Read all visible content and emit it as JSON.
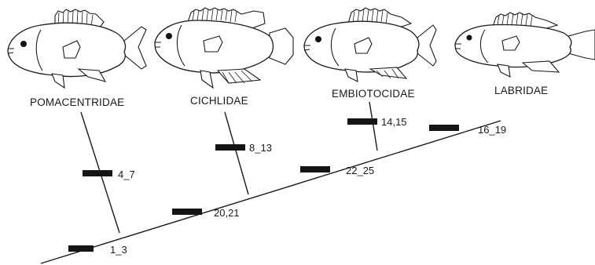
{
  "taxa": [
    {
      "label": "POMACENTRIDAE"
    },
    {
      "label": "CICHLIDAE"
    },
    {
      "label": "EMBIOTOCIDAE"
    },
    {
      "label": "LABRIDAE"
    }
  ],
  "characters": [
    {
      "label": "1_3"
    },
    {
      "label": "4_7"
    },
    {
      "label": "8_13"
    },
    {
      "label": "14,15"
    },
    {
      "label": "16_19"
    },
    {
      "label": "20,21"
    },
    {
      "label": "22_25"
    }
  ],
  "icons": [
    "fish-pomacentridae-icon",
    "fish-cichlidae-icon",
    "fish-embiotocidae-icon",
    "fish-labridae-icon"
  ]
}
